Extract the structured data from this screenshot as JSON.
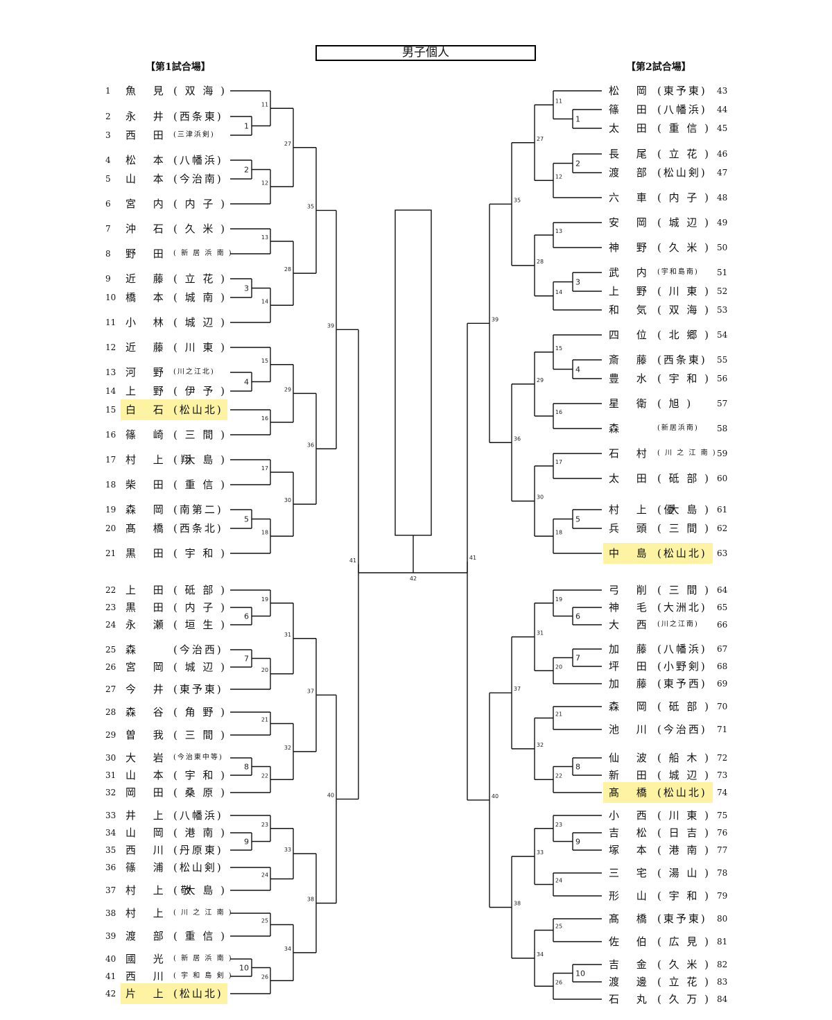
{
  "title": "男子個人",
  "venues": {
    "left": "【第1試合場】",
    "right": "【第2試合場】"
  },
  "highlight_color": "#fdf3a2",
  "left_players": [
    {
      "n": "1",
      "name": "魚 見",
      "team": "( 双 海 )"
    },
    {
      "n": "2",
      "name": "永 井",
      "team": "(西条東)"
    },
    {
      "n": "3",
      "name": "西 田",
      "team": "(三津浜剣)",
      "small": true
    },
    {
      "n": "4",
      "name": "松 本",
      "team": "(八幡浜)"
    },
    {
      "n": "5",
      "name": "山 本",
      "team": "(今治南)"
    },
    {
      "n": "6",
      "name": "宮 内",
      "team": "( 内 子 )"
    },
    {
      "n": "7",
      "name": "沖 石",
      "team": "( 久 米 )"
    },
    {
      "n": "8",
      "name": "野 田",
      "team": "( 新 居 浜 南 )",
      "small": true
    },
    {
      "n": "9",
      "name": "近 藤",
      "team": "( 立 花 )"
    },
    {
      "n": "10",
      "name": "橋 本",
      "team": "( 城 南 )"
    },
    {
      "n": "11",
      "name": "小 林",
      "team": "( 城 辺 )"
    },
    {
      "n": "12",
      "name": "近 藤",
      "team": "( 川 東 )"
    },
    {
      "n": "13",
      "name": "河 野",
      "team": "(川之江北)",
      "small": true
    },
    {
      "n": "14",
      "name": "上 野",
      "team": "( 伊 予 )"
    },
    {
      "n": "15",
      "name": "白 石",
      "team": "(松山北)",
      "hl": true
    },
    {
      "n": "16",
      "name": "篠 崎",
      "team": "( 三 間 )"
    },
    {
      "n": "17",
      "name": "村 上 翔",
      "team": "( 大 島 )"
    },
    {
      "n": "18",
      "name": "柴 田",
      "team": "( 重 信 )"
    },
    {
      "n": "19",
      "name": "森 岡",
      "team": "(南第二)"
    },
    {
      "n": "20",
      "name": "髙 橋",
      "team": "(西条北)"
    },
    {
      "n": "21",
      "name": "黒 田",
      "team": "( 宇 和 )"
    },
    {
      "n": "22",
      "name": "上 田",
      "team": "( 砥 部 )"
    },
    {
      "n": "23",
      "name": "黒 田",
      "team": "( 内 子 )"
    },
    {
      "n": "24",
      "name": "永 瀬",
      "team": "( 垣 生 )"
    },
    {
      "n": "25",
      "name": "森",
      "team": "(今治西)"
    },
    {
      "n": "26",
      "name": "宮 岡",
      "team": "( 城 辺 )"
    },
    {
      "n": "27",
      "name": "今 井",
      "team": "(東予東)"
    },
    {
      "n": "28",
      "name": "森 谷",
      "team": "( 角 野 )"
    },
    {
      "n": "29",
      "name": "曽 我",
      "team": "( 三 間 )"
    },
    {
      "n": "30",
      "name": "大 岩",
      "team": "(今治東中等)",
      "small": true
    },
    {
      "n": "31",
      "name": "山 本",
      "team": "( 宇 和 )"
    },
    {
      "n": "32",
      "name": "岡 田",
      "team": "( 桑 原 )"
    },
    {
      "n": "33",
      "name": "井 上",
      "team": "(八幡浜)"
    },
    {
      "n": "34",
      "name": "山 岡",
      "team": "( 港 南 )"
    },
    {
      "n": "35",
      "name": "西 川",
      "team": "(丹原東)"
    },
    {
      "n": "36",
      "name": "篠 浦",
      "team": "(松山剣)"
    },
    {
      "n": "37",
      "name": "村 上 敬",
      "team": "( 大 島 )"
    },
    {
      "n": "38",
      "name": "村 上",
      "team": "( 川 之 江 南 )",
      "small": true
    },
    {
      "n": "39",
      "name": "渡 部",
      "team": "( 重 信 )"
    },
    {
      "n": "40",
      "name": "國 光",
      "team": "( 新 居 浜 南 )",
      "small": true
    },
    {
      "n": "41",
      "name": "西 川",
      "team": "( 宇 和 島 剣 )",
      "small": true
    },
    {
      "n": "42",
      "name": "片 上",
      "team": "(松山北)",
      "hl": true
    }
  ],
  "right_players": [
    {
      "n": "43",
      "name": "松 岡",
      "team": "(東予東)"
    },
    {
      "n": "44",
      "name": "篠 田",
      "team": "(八幡浜)"
    },
    {
      "n": "45",
      "name": "太 田",
      "team": "( 重 信 )"
    },
    {
      "n": "46",
      "name": "長 尾",
      "team": "( 立 花 )"
    },
    {
      "n": "47",
      "name": "渡 部",
      "team": "(松山剣)"
    },
    {
      "n": "48",
      "name": "六 車",
      "team": "( 内 子 )"
    },
    {
      "n": "49",
      "name": "安 岡",
      "team": "( 城 辺 )"
    },
    {
      "n": "50",
      "name": "神 野",
      "team": "( 久 米 )"
    },
    {
      "n": "51",
      "name": "武 内",
      "team": "(宇和島南)",
      "small": true
    },
    {
      "n": "52",
      "name": "上 野",
      "team": "( 川 東 )"
    },
    {
      "n": "53",
      "name": "和 気",
      "team": "( 双 海 )"
    },
    {
      "n": "54",
      "name": "四 位",
      "team": "( 北 郷 )"
    },
    {
      "n": "55",
      "name": "斎 藤",
      "team": "(西条東)"
    },
    {
      "n": "56",
      "name": "豊 水",
      "team": "( 宇 和 )"
    },
    {
      "n": "57",
      "name": "星 衛",
      "team": "(  旭  )"
    },
    {
      "n": "58",
      "name": "森",
      "team": "(新居浜南)",
      "small": true
    },
    {
      "n": "59",
      "name": "石 村",
      "team": "( 川 之 江 南 )",
      "small": true
    },
    {
      "n": "60",
      "name": "太 田",
      "team": "( 砥 部 )"
    },
    {
      "n": "61",
      "name": "村 上 優",
      "team": "( 大 島 )"
    },
    {
      "n": "62",
      "name": "兵 頭",
      "team": "( 三 間 )"
    },
    {
      "n": "63",
      "name": "中 島",
      "team": "(松山北)",
      "hl": true
    },
    {
      "n": "64",
      "name": "弓 削",
      "team": "( 三 間 )"
    },
    {
      "n": "65",
      "name": "神 毛",
      "team": "(大洲北)"
    },
    {
      "n": "66",
      "name": "大 西",
      "team": "(川之江南)",
      "small": true
    },
    {
      "n": "67",
      "name": "加 藤",
      "team": "(八幡浜)"
    },
    {
      "n": "68",
      "name": "坪 田",
      "team": "(小野剣)"
    },
    {
      "n": "69",
      "name": "加 藤",
      "team": "(東予西)"
    },
    {
      "n": "70",
      "name": "森 岡",
      "team": "( 砥 部 )"
    },
    {
      "n": "71",
      "name": "池 川",
      "team": "(今治西)"
    },
    {
      "n": "72",
      "name": "仙 波",
      "team": "( 船 木 )"
    },
    {
      "n": "73",
      "name": "新 田",
      "team": "( 城 辺 )"
    },
    {
      "n": "74",
      "name": "髙 橋",
      "team": "(松山北)",
      "hl": true
    },
    {
      "n": "75",
      "name": "小 西",
      "team": "( 川 東 )"
    },
    {
      "n": "76",
      "name": "吉 松",
      "team": "( 日 吉 )"
    },
    {
      "n": "77",
      "name": "塚 本",
      "team": "( 港 南 )"
    },
    {
      "n": "78",
      "name": "三 宅",
      "team": "( 湯 山 )"
    },
    {
      "n": "79",
      "name": "形 山",
      "team": "( 宇 和 )"
    },
    {
      "n": "80",
      "name": "髙 橋",
      "team": "(東予東)"
    },
    {
      "n": "81",
      "name": "佐 伯",
      "team": "( 広 見 )"
    },
    {
      "n": "82",
      "name": "吉 金",
      "team": "( 久 米 )"
    },
    {
      "n": "83",
      "name": "渡 邊",
      "team": "( 立 花 )"
    },
    {
      "n": "84",
      "name": "石 丸",
      "team": "( 久 万 )"
    }
  ],
  "match_labels": {
    "r1": [
      "1",
      "2",
      "3",
      "4",
      "5",
      "6",
      "7",
      "8",
      "9",
      "10"
    ],
    "r2": [
      "11",
      "12",
      "13",
      "14",
      "15",
      "16",
      "17",
      "18",
      "19",
      "20",
      "21",
      "22",
      "23",
      "24",
      "25",
      "26"
    ],
    "r3": [
      "27",
      "28",
      "29",
      "30",
      "31",
      "32",
      "33",
      "34"
    ],
    "r4": [
      "35",
      "36",
      "37",
      "38"
    ],
    "r5": [
      "39",
      "40"
    ],
    "semi": "41",
    "final": "42"
  }
}
